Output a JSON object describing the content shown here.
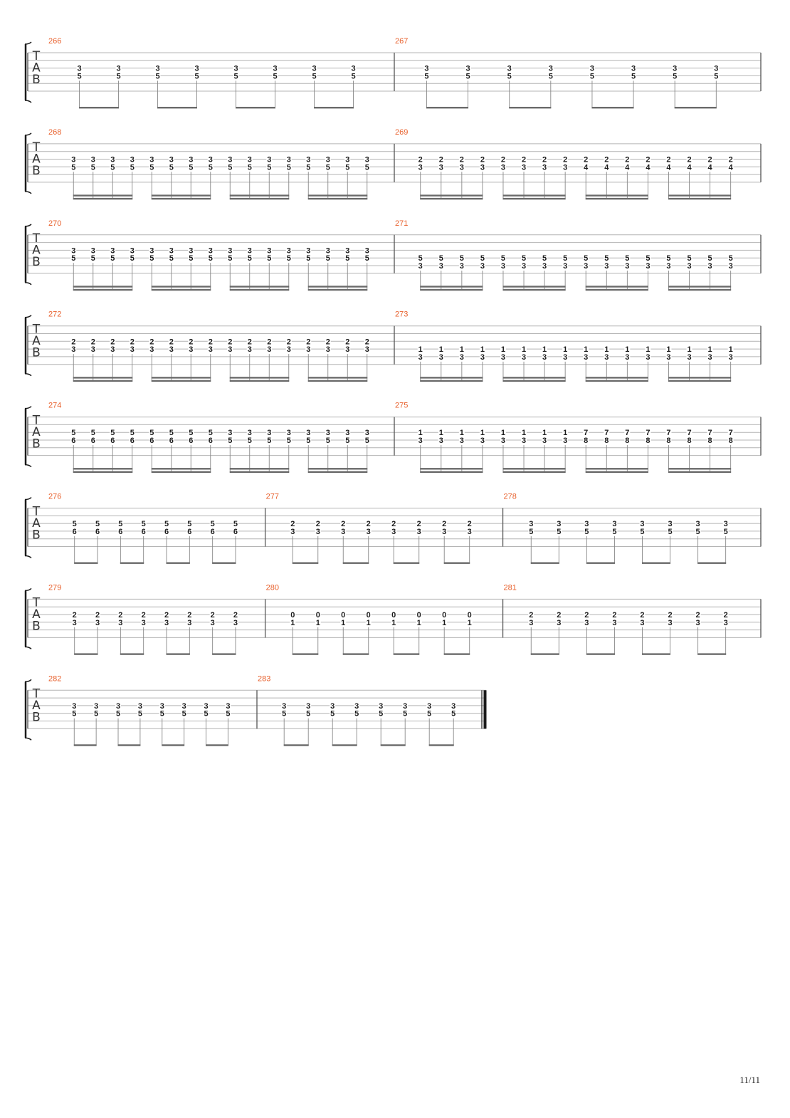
{
  "score": {
    "page_number": "11/11",
    "colors": {
      "measure_number": "#e8602c",
      "staff_line": "#b4b4b4",
      "ink": "#1a1a1a",
      "beam": "#6a6a6a"
    },
    "tab_clef": [
      "T",
      "A",
      "B"
    ],
    "systems": [
      {
        "measures": [
          {
            "number": "266",
            "beams": 1,
            "notes": [
              [
                "3",
                "5"
              ],
              [
                "3",
                "5"
              ],
              [
                "3",
                "5"
              ],
              [
                "3",
                "5"
              ],
              [
                "3",
                "5"
              ],
              [
                "3",
                "5"
              ],
              [
                "3",
                "5"
              ],
              [
                "3",
                "5"
              ]
            ]
          },
          {
            "number": "267",
            "beams": 1,
            "notes": [
              [
                "3",
                "5"
              ],
              [
                "3",
                "5"
              ],
              [
                "3",
                "5"
              ],
              [
                "3",
                "5"
              ],
              [
                "3",
                "5"
              ],
              [
                "3",
                "5"
              ],
              [
                "3",
                "5"
              ],
              [
                "3",
                "5"
              ]
            ]
          }
        ]
      },
      {
        "measures": [
          {
            "number": "268",
            "beams": 2,
            "notes": [
              [
                "3",
                "5"
              ],
              [
                "3",
                "5"
              ],
              [
                "3",
                "5"
              ],
              [
                "3",
                "5"
              ],
              [
                "3",
                "5"
              ],
              [
                "3",
                "5"
              ],
              [
                "3",
                "5"
              ],
              [
                "3",
                "5"
              ],
              [
                "3",
                "5"
              ],
              [
                "3",
                "5"
              ],
              [
                "3",
                "5"
              ],
              [
                "3",
                "5"
              ],
              [
                "3",
                "5"
              ],
              [
                "3",
                "5"
              ],
              [
                "3",
                "5"
              ],
              [
                "3",
                "5"
              ]
            ]
          },
          {
            "number": "269",
            "beams": 2,
            "notes": [
              [
                "2",
                "3"
              ],
              [
                "2",
                "3"
              ],
              [
                "2",
                "3"
              ],
              [
                "2",
                "3"
              ],
              [
                "2",
                "3"
              ],
              [
                "2",
                "3"
              ],
              [
                "2",
                "3"
              ],
              [
                "2",
                "3"
              ],
              [
                "2",
                "4"
              ],
              [
                "2",
                "4"
              ],
              [
                "2",
                "4"
              ],
              [
                "2",
                "4"
              ],
              [
                "2",
                "4"
              ],
              [
                "2",
                "4"
              ],
              [
                "2",
                "4"
              ],
              [
                "2",
                "4"
              ]
            ]
          }
        ]
      },
      {
        "measures": [
          {
            "number": "270",
            "beams": 2,
            "notes": [
              [
                "3",
                "5"
              ],
              [
                "3",
                "5"
              ],
              [
                "3",
                "5"
              ],
              [
                "3",
                "5"
              ],
              [
                "3",
                "5"
              ],
              [
                "3",
                "5"
              ],
              [
                "3",
                "5"
              ],
              [
                "3",
                "5"
              ],
              [
                "3",
                "5"
              ],
              [
                "3",
                "5"
              ],
              [
                "3",
                "5"
              ],
              [
                "3",
                "5"
              ],
              [
                "3",
                "5"
              ],
              [
                "3",
                "5"
              ],
              [
                "3",
                "5"
              ],
              [
                "3",
                "5"
              ]
            ]
          },
          {
            "number": "271",
            "beams": 2,
            "strings": [
              3,
              4
            ],
            "notes": [
              [
                "5",
                "3"
              ],
              [
                "5",
                "3"
              ],
              [
                "5",
                "3"
              ],
              [
                "5",
                "3"
              ],
              [
                "5",
                "3"
              ],
              [
                "5",
                "3"
              ],
              [
                "5",
                "3"
              ],
              [
                "5",
                "3"
              ],
              [
                "5",
                "3"
              ],
              [
                "5",
                "3"
              ],
              [
                "5",
                "3"
              ],
              [
                "5",
                "3"
              ],
              [
                "5",
                "3"
              ],
              [
                "5",
                "3"
              ],
              [
                "5",
                "3"
              ],
              [
                "5",
                "3"
              ]
            ]
          }
        ]
      },
      {
        "measures": [
          {
            "number": "272",
            "beams": 2,
            "notes": [
              [
                "2",
                "3"
              ],
              [
                "2",
                "3"
              ],
              [
                "2",
                "3"
              ],
              [
                "2",
                "3"
              ],
              [
                "2",
                "3"
              ],
              [
                "2",
                "3"
              ],
              [
                "2",
                "3"
              ],
              [
                "2",
                "3"
              ],
              [
                "2",
                "3"
              ],
              [
                "2",
                "3"
              ],
              [
                "2",
                "3"
              ],
              [
                "2",
                "3"
              ],
              [
                "2",
                "3"
              ],
              [
                "2",
                "3"
              ],
              [
                "2",
                "3"
              ],
              [
                "2",
                "3"
              ]
            ]
          },
          {
            "number": "273",
            "beams": 2,
            "strings": [
              3,
              4
            ],
            "notes": [
              [
                "1",
                "3"
              ],
              [
                "1",
                "3"
              ],
              [
                "1",
                "3"
              ],
              [
                "1",
                "3"
              ],
              [
                "1",
                "3"
              ],
              [
                "1",
                "3"
              ],
              [
                "1",
                "3"
              ],
              [
                "1",
                "3"
              ],
              [
                "1",
                "3"
              ],
              [
                "1",
                "3"
              ],
              [
                "1",
                "3"
              ],
              [
                "1",
                "3"
              ],
              [
                "1",
                "3"
              ],
              [
                "1",
                "3"
              ],
              [
                "1",
                "3"
              ],
              [
                "1",
                "3"
              ]
            ]
          }
        ]
      },
      {
        "measures": [
          {
            "number": "274",
            "beams": 2,
            "notes": [
              [
                "5",
                "6"
              ],
              [
                "5",
                "6"
              ],
              [
                "5",
                "6"
              ],
              [
                "5",
                "6"
              ],
              [
                "5",
                "6"
              ],
              [
                "5",
                "6"
              ],
              [
                "5",
                "6"
              ],
              [
                "5",
                "6"
              ],
              [
                "3",
                "5"
              ],
              [
                "3",
                "5"
              ],
              [
                "3",
                "5"
              ],
              [
                "3",
                "5"
              ],
              [
                "3",
                "5"
              ],
              [
                "3",
                "5"
              ],
              [
                "3",
                "5"
              ],
              [
                "3",
                "5"
              ]
            ]
          },
          {
            "number": "275",
            "beams": 2,
            "notes": [
              [
                "1",
                "3"
              ],
              [
                "1",
                "3"
              ],
              [
                "1",
                "3"
              ],
              [
                "1",
                "3"
              ],
              [
                "1",
                "3"
              ],
              [
                "1",
                "3"
              ],
              [
                "1",
                "3"
              ],
              [
                "1",
                "3"
              ],
              [
                "7",
                "8"
              ],
              [
                "7",
                "8"
              ],
              [
                "7",
                "8"
              ],
              [
                "7",
                "8"
              ],
              [
                "7",
                "8"
              ],
              [
                "7",
                "8"
              ],
              [
                "7",
                "8"
              ],
              [
                "7",
                "8"
              ]
            ]
          }
        ]
      },
      {
        "measures": [
          {
            "number": "276",
            "beams": 1,
            "notes": [
              [
                "5",
                "6"
              ],
              [
                "5",
                "6"
              ],
              [
                "5",
                "6"
              ],
              [
                "5",
                "6"
              ],
              [
                "5",
                "6"
              ],
              [
                "5",
                "6"
              ],
              [
                "5",
                "6"
              ],
              [
                "5",
                "6"
              ]
            ]
          },
          {
            "number": "277",
            "beams": 1,
            "notes": [
              [
                "2",
                "3"
              ],
              [
                "2",
                "3"
              ],
              [
                "2",
                "3"
              ],
              [
                "2",
                "3"
              ],
              [
                "2",
                "3"
              ],
              [
                "2",
                "3"
              ],
              [
                "2",
                "3"
              ],
              [
                "2",
                "3"
              ]
            ]
          },
          {
            "number": "278",
            "beams": 1,
            "notes": [
              [
                "3",
                "5"
              ],
              [
                "3",
                "5"
              ],
              [
                "3",
                "5"
              ],
              [
                "3",
                "5"
              ],
              [
                "3",
                "5"
              ],
              [
                "3",
                "5"
              ],
              [
                "3",
                "5"
              ],
              [
                "3",
                "5"
              ]
            ]
          }
        ]
      },
      {
        "measures": [
          {
            "number": "279",
            "beams": 1,
            "notes": [
              [
                "2",
                "3"
              ],
              [
                "2",
                "3"
              ],
              [
                "2",
                "3"
              ],
              [
                "2",
                "3"
              ],
              [
                "2",
                "3"
              ],
              [
                "2",
                "3"
              ],
              [
                "2",
                "3"
              ],
              [
                "2",
                "3"
              ]
            ]
          },
          {
            "number": "280",
            "beams": 1,
            "notes": [
              [
                "0",
                "1"
              ],
              [
                "0",
                "1"
              ],
              [
                "0",
                "1"
              ],
              [
                "0",
                "1"
              ],
              [
                "0",
                "1"
              ],
              [
                "0",
                "1"
              ],
              [
                "0",
                "1"
              ],
              [
                "0",
                "1"
              ]
            ]
          },
          {
            "number": "281",
            "beams": 1,
            "notes": [
              [
                "2",
                "3"
              ],
              [
                "2",
                "3"
              ],
              [
                "2",
                "3"
              ],
              [
                "2",
                "3"
              ],
              [
                "2",
                "3"
              ],
              [
                "2",
                "3"
              ],
              [
                "2",
                "3"
              ],
              [
                "2",
                "3"
              ]
            ]
          }
        ]
      },
      {
        "final": true,
        "measures": [
          {
            "number": "282",
            "beams": 1,
            "notes": [
              [
                "3",
                "5"
              ],
              [
                "3",
                "5"
              ],
              [
                "3",
                "5"
              ],
              [
                "3",
                "5"
              ],
              [
                "3",
                "5"
              ],
              [
                "3",
                "5"
              ],
              [
                "3",
                "5"
              ],
              [
                "3",
                "5"
              ]
            ]
          },
          {
            "number": "283",
            "beams": 1,
            "notes": [
              [
                "3",
                "5"
              ],
              [
                "3",
                "5"
              ],
              [
                "3",
                "5"
              ],
              [
                "3",
                "5"
              ],
              [
                "3",
                "5"
              ],
              [
                "3",
                "5"
              ],
              [
                "3",
                "5"
              ],
              [
                "3",
                "5"
              ]
            ]
          }
        ]
      }
    ]
  }
}
